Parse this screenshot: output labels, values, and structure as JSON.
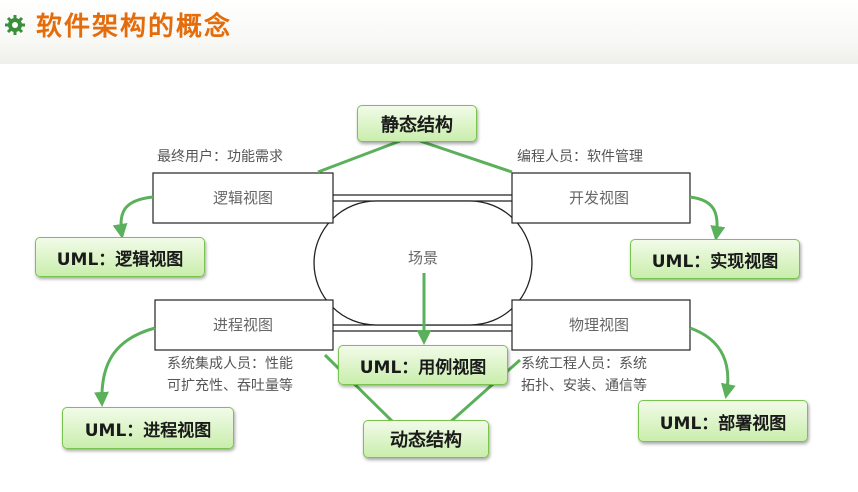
{
  "title": "软件架构的概念",
  "static_structure": "静态结构",
  "dynamic_structure": "动态结构",
  "views": {
    "logical": "逻辑视图",
    "development": "开发视图",
    "process": "进程视图",
    "physical": "物理视图",
    "scenario": "场景"
  },
  "stakeholders": {
    "end_user": "最终用户：功能需求",
    "programmer": "编程人员：软件管理",
    "integrator_line1": "系统集成人员：性能",
    "integrator_line2": "可扩充性、吞吐量等",
    "engineer_line1": "系统工程人员：系统",
    "engineer_line2": "拓扑、安装、通信等"
  },
  "uml": {
    "logical": "UML：逻辑视图",
    "implementation": "UML：实现视图",
    "use_case": "UML：用例视图",
    "process": "UML：进程视图",
    "deployment": "UML：部署视图"
  },
  "colors": {
    "title": "#e46c0a",
    "green_fill": "#c9eeac",
    "green_border": "#79c44c",
    "arrow": "#5bb05b"
  }
}
